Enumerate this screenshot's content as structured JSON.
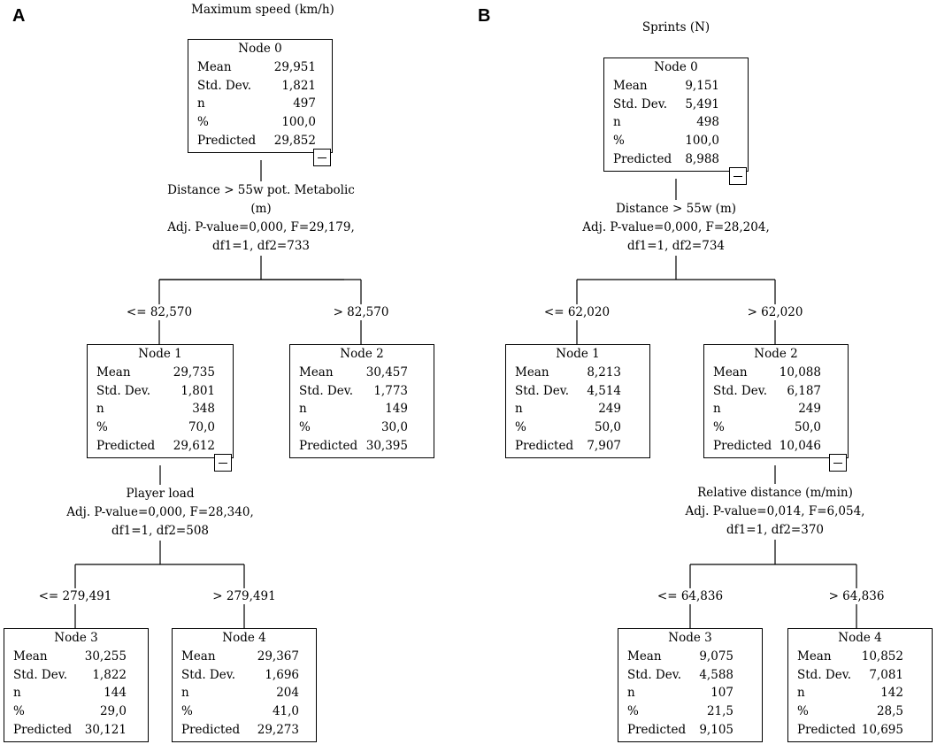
{
  "panels": {
    "a": {
      "letter": "A",
      "title": "Maximum speed (km/h)",
      "root_split": {
        "line1": "Distance > 55w pot. Metabolic",
        "line2": "(m)",
        "line3": "Adj. P-value=0,000, F=29,179,",
        "line4": "df1=1, df2=733"
      },
      "root_branch_left": "<= 82,570",
      "root_branch_right": "> 82,570",
      "sub_split": {
        "line1": "Player load",
        "line2": "Adj. P-value=0,000, F=28,340,",
        "line3": "df1=1, df2=508"
      },
      "sub_branch_left": "<= 279,491",
      "sub_branch_right": "> 279,491",
      "nodes": {
        "n0": {
          "title": "Node 0",
          "mean": "29,951",
          "sd": "1,821",
          "n": "497",
          "pct": "100,0",
          "pred": "29,852"
        },
        "n1": {
          "title": "Node 1",
          "mean": "29,735",
          "sd": "1,801",
          "n": "348",
          "pct": "70,0",
          "pred": "29,612"
        },
        "n2": {
          "title": "Node 2",
          "mean": "30,457",
          "sd": "1,773",
          "n": "149",
          "pct": "30,0",
          "pred": "30,395"
        },
        "n3": {
          "title": "Node 3",
          "mean": "30,255",
          "sd": "1,822",
          "n": "144",
          "pct": "29,0",
          "pred": "30,121"
        },
        "n4": {
          "title": "Node 4",
          "mean": "29,367",
          "sd": "1,696",
          "n": "204",
          "pct": "41,0",
          "pred": "29,273"
        }
      }
    },
    "b": {
      "letter": "B",
      "title": "Sprints (N)",
      "root_split": {
        "line1": "Distance > 55w (m)",
        "line2": "Adj. P-value=0,000, F=28,204,",
        "line3": "df1=1, df2=734"
      },
      "root_branch_left": "<= 62,020",
      "root_branch_right": "> 62,020",
      "sub_split": {
        "line1": "Relative distance (m/min)",
        "line2": "Adj. P-value=0,014, F=6,054,",
        "line3": "df1=1, df2=370"
      },
      "sub_branch_left": "<= 64,836",
      "sub_branch_right": "> 64,836",
      "nodes": {
        "n0": {
          "title": "Node 0",
          "mean": "9,151",
          "sd": "5,491",
          "n": "498",
          "pct": "100,0",
          "pred": "8,988"
        },
        "n1": {
          "title": "Node 1",
          "mean": "8,213",
          "sd": "4,514",
          "n": "249",
          "pct": "50,0",
          "pred": "7,907"
        },
        "n2": {
          "title": "Node 2",
          "mean": "10,088",
          "sd": "6,187",
          "n": "249",
          "pct": "50,0",
          "pred": "10,046"
        },
        "n3": {
          "title": "Node 3",
          "mean": "9,075",
          "sd": "4,588",
          "n": "107",
          "pct": "21,5",
          "pred": "9,105"
        },
        "n4": {
          "title": "Node 4",
          "mean": "10,852",
          "sd": "7,081",
          "n": "142",
          "pct": "28,5",
          "pred": "10,695"
        }
      }
    }
  },
  "row_labels": {
    "mean": "Mean",
    "sd": "Std. Dev.",
    "n": "n",
    "pct": "%",
    "pred": "Predicted"
  }
}
